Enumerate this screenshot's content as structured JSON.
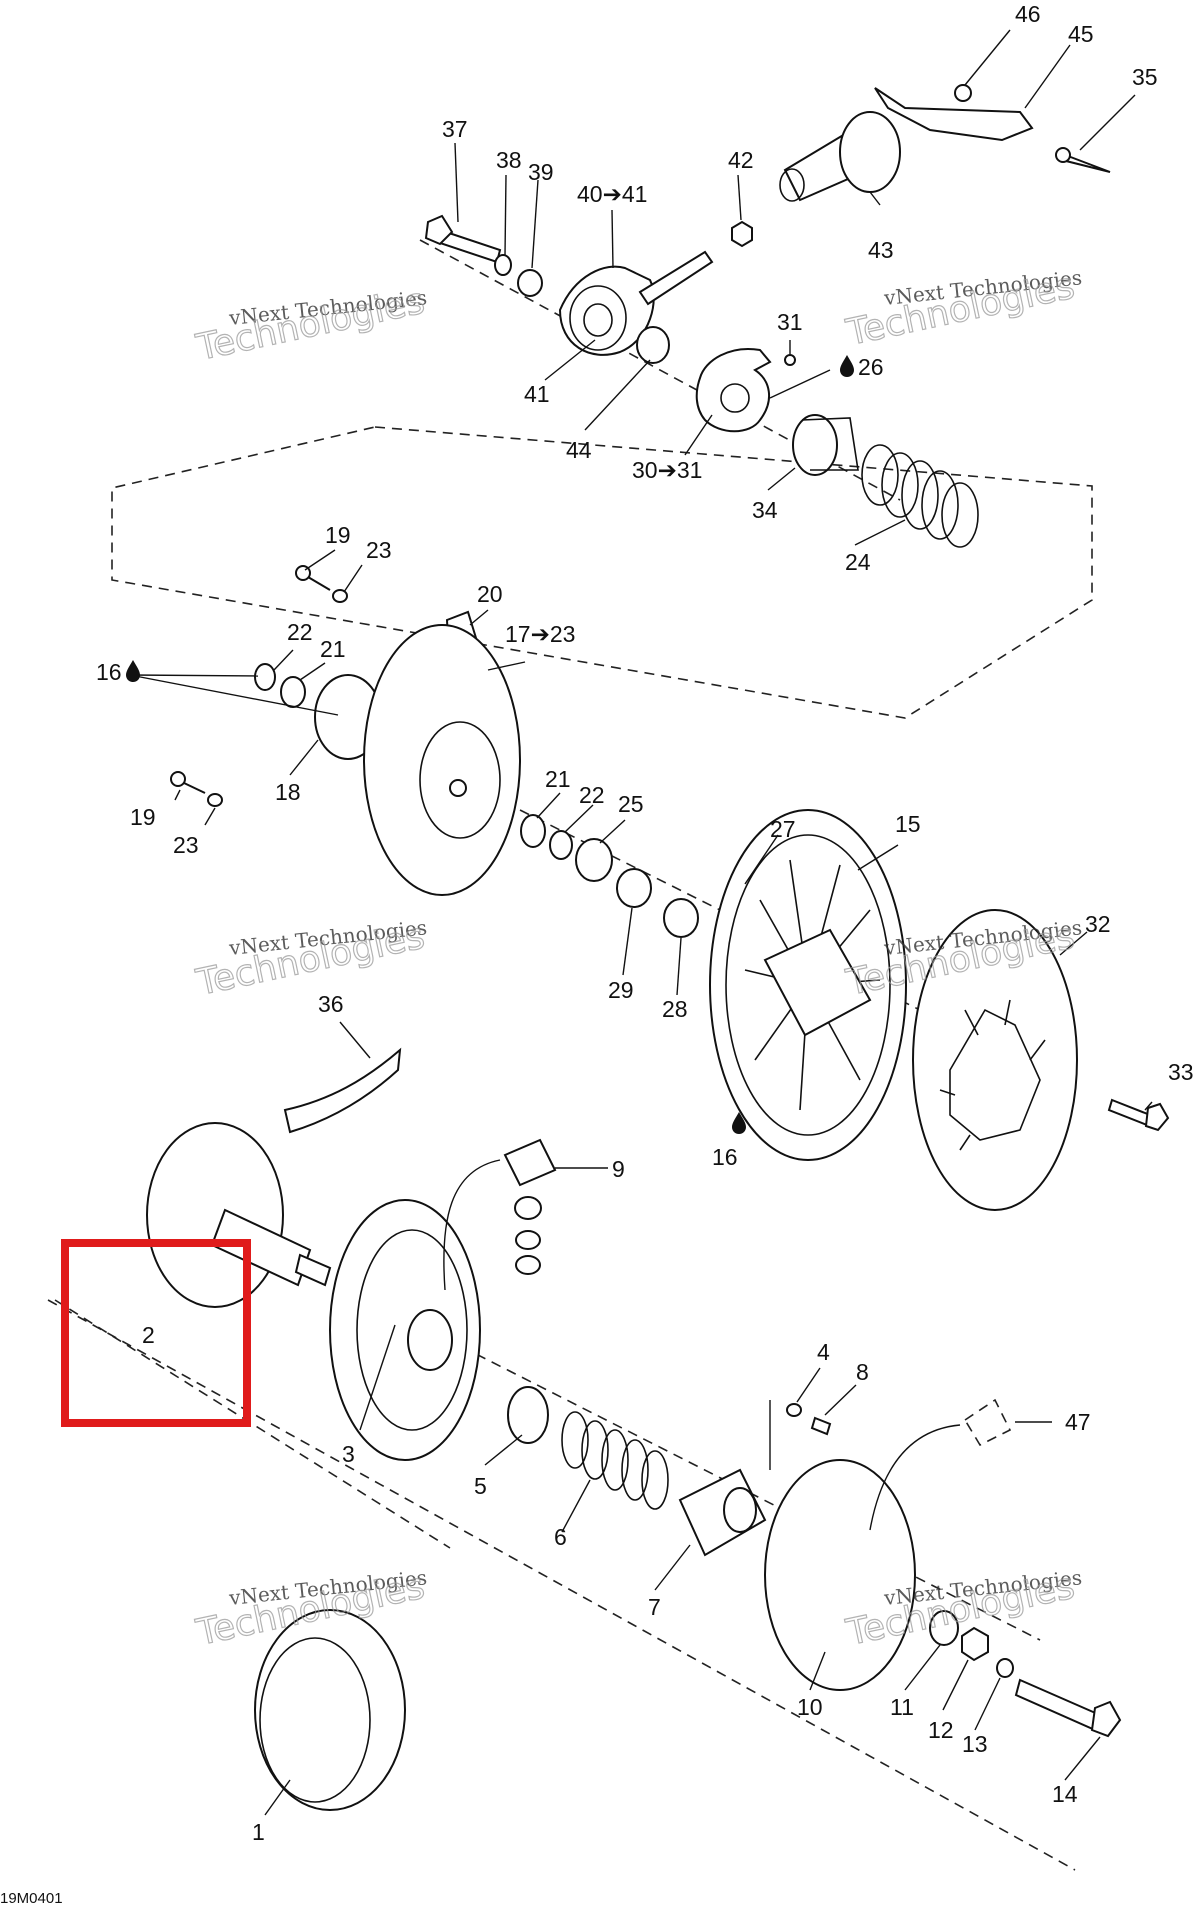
{
  "diagram": {
    "code": "19M0401",
    "highlight_color": "#e01b1b",
    "watermark": {
      "line1": "vNext Technologies",
      "line2": "Technologies"
    },
    "callouts": {
      "c1": "1",
      "c2": "2",
      "c3": "3",
      "c4": "4",
      "c5": "5",
      "c6": "6",
      "c7": "7",
      "c8": "8",
      "c9": "9",
      "c10": "10",
      "c11": "11",
      "c12": "12",
      "c13": "13",
      "c14": "14",
      "c15": "15",
      "c16a": "16",
      "c16b": "16",
      "c17": "17➔23",
      "c18": "18",
      "c19a": "19",
      "c19b": "19",
      "c20": "20",
      "c21a": "21",
      "c21b": "21",
      "c22a": "22",
      "c22b": "22",
      "c23a": "23",
      "c23b": "23",
      "c24": "24",
      "c25": "25",
      "c26": "26",
      "c27": "27",
      "c28": "28",
      "c29": "29",
      "c30": "30➔31",
      "c31": "31",
      "c32": "32",
      "c33": "33",
      "c34": "34",
      "c35": "35",
      "c36": "36",
      "c37": "37",
      "c38": "38",
      "c39": "39",
      "c40": "40➔41",
      "c41": "41",
      "c42": "42",
      "c43": "43",
      "c44": "44",
      "c45": "45",
      "c46": "46",
      "c47": "47"
    }
  }
}
